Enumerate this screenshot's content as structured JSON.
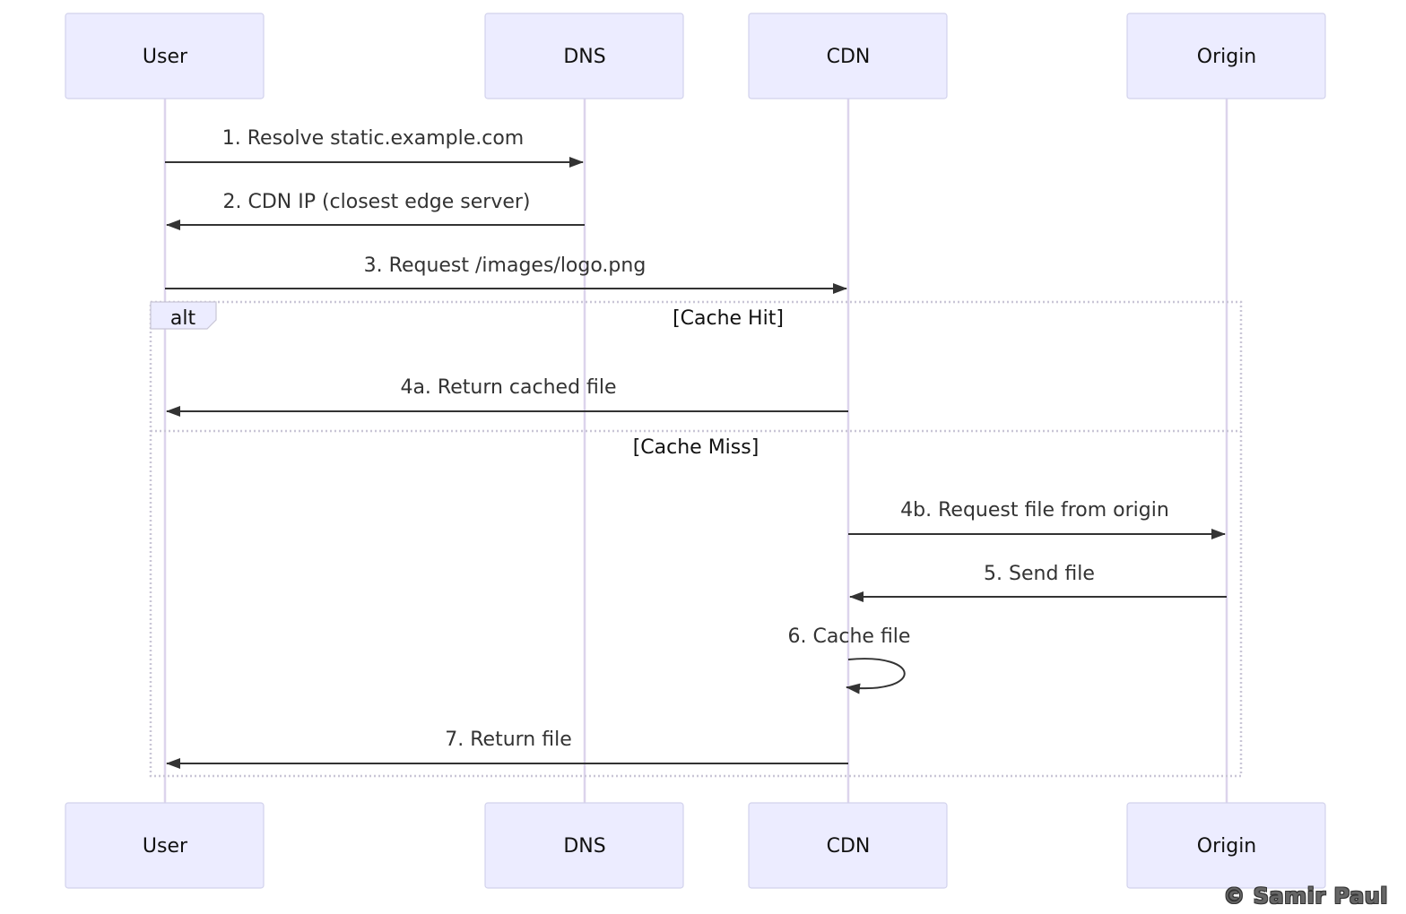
{
  "participants": [
    "User",
    "DNS",
    "CDN",
    "Origin"
  ],
  "messages": [
    {
      "from": "User",
      "to": "DNS",
      "text": "1. Resolve static.example.com"
    },
    {
      "from": "DNS",
      "to": "User",
      "text": "2. CDN IP (closest edge server)"
    },
    {
      "from": "User",
      "to": "CDN",
      "text": "3. Request /images/logo.png"
    },
    {
      "from": "CDN",
      "to": "User",
      "text": "4a. Return cached file"
    },
    {
      "from": "CDN",
      "to": "Origin",
      "text": "4b. Request file from origin"
    },
    {
      "from": "Origin",
      "to": "CDN",
      "text": "5. Send file"
    },
    {
      "from": "CDN",
      "to": "CDN",
      "text": "6. Cache file"
    },
    {
      "from": "CDN",
      "to": "User",
      "text": "7. Return file"
    }
  ],
  "alt_block": {
    "keyword": "alt",
    "branches": [
      "[Cache Hit]",
      "[Cache Miss]"
    ]
  },
  "copyright": "© Samir Paul",
  "colors": {
    "actor_fill": "#ECECFF",
    "actor_stroke": "#D2D2EC",
    "lifeline": "#DCD4EC",
    "message": "#333333"
  }
}
